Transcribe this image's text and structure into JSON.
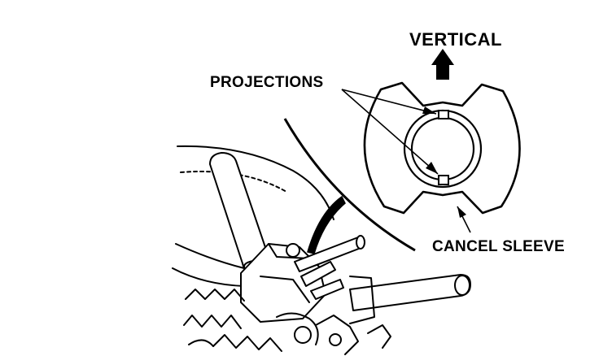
{
  "labels": {
    "vertical": "VERTICAL",
    "projections": "PROJECTIONS",
    "cancel_sleeve": "CANCEL SLEEVE"
  },
  "colors": {
    "ink": "#000000",
    "paper": "#ffffff"
  },
  "icons": {
    "direction": "up-arrow-icon"
  }
}
